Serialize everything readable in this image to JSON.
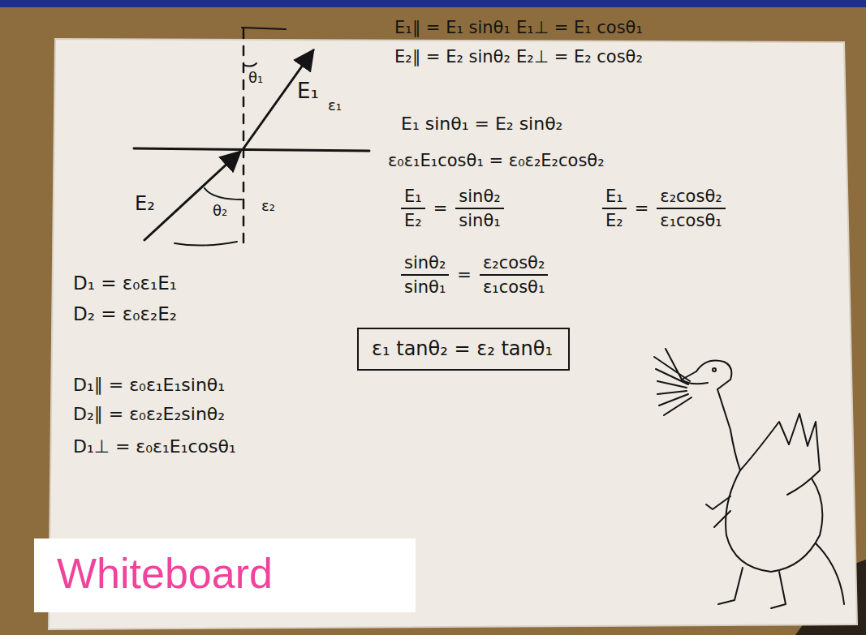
{
  "diagram": {
    "nodes": [
      {
        "text": [
          "ε₁ tanθ₂ = ε₂ tanθ₁"
        ]
      },
      {
        "text": [
          "Whiteboard"
        ]
      }
    ],
    "labels": [
      "θ₁",
      "E₁",
      "ε₁",
      "E₂",
      "θ₂",
      "ε₂",
      "E₁∥ = E₁ sinθ₁",
      "E₁⊥ = E₁ cosθ₁",
      "E₂∥ = E₂ sinθ₂",
      "E₂⊥ = E₂ cosθ₂",
      "E₁ sinθ₁ = E₂ sinθ₂",
      "ε₀ε₁E₁cosθ₁ = ε₀ε₂E₂cosθ₂",
      "E₁",
      "E₂",
      "=",
      "sinθ₂",
      "sinθ₁",
      "E₁",
      "E₂",
      "=",
      "ε₂cosθ₂",
      "ε₁cosθ₁",
      "sinθ₂",
      "sinθ₁",
      "=",
      "ε₂cosθ₂",
      "ε₁cosθ₁",
      "D₁ = ε₀ε₁E₁",
      "D₂ = ε₀ε₂E₂",
      "D₁∥ = ε₀ε₁E₁sinθ₁",
      "D₂∥ = ε₀ε₂E₂sinθ₂",
      "D₁⊥ = ε₀ε₁E₁cosθ₁"
    ]
  }
}
